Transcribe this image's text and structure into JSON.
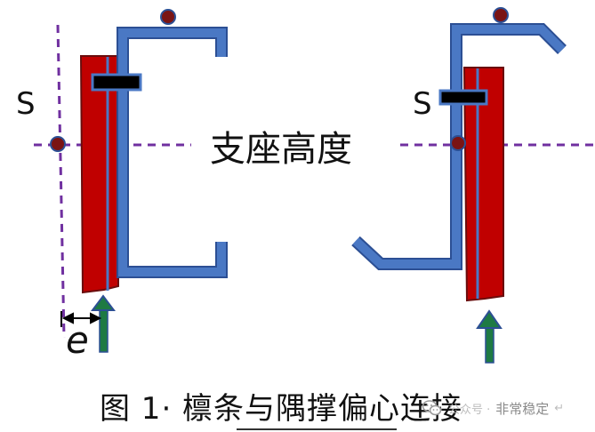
{
  "labels": {
    "s_left": "S",
    "s_right": "S",
    "support_height": "支座高度",
    "eccentricity": "e"
  },
  "caption": {
    "text": "图 1· 檩条与隅撑偏心连接"
  },
  "watermark": {
    "faded_prefix": "公众号 ·",
    "name": "非常稳定",
    "return_mark": "↵"
  },
  "colors": {
    "purlin_blue": "#4a78c4",
    "purlin_outline": "#2c4f94",
    "plate_red": "#c00000",
    "plate_outline": "#6a0d0d",
    "guide_purple": "#7030a0",
    "marker_dark_red": "#7a1414",
    "arrow_green": "#1e7a43",
    "arrow_outline": "#2c4f94",
    "bolt_black": "#000000"
  },
  "icons": [
    "wechat-logo-icon"
  ]
}
